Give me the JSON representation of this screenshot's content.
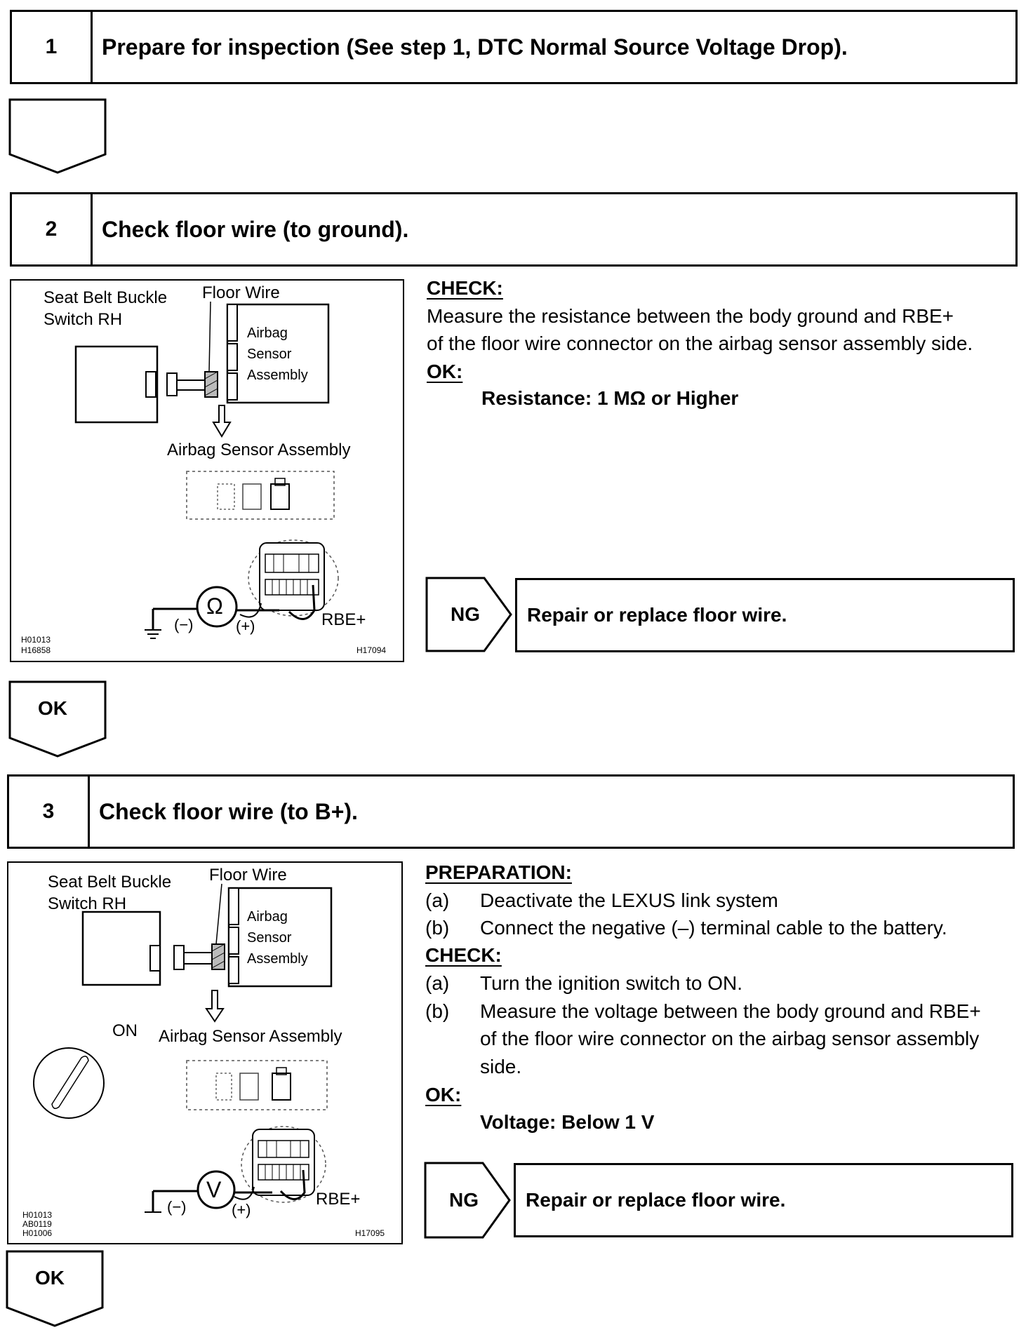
{
  "steps": [
    {
      "number": "1",
      "title": "Prepare for inspection (See step 1, DTC Normal Source Voltage Drop)."
    },
    {
      "number": "2",
      "title": "Check floor wire (to ground)."
    },
    {
      "number": "3",
      "title": "Check floor wire (to B+)."
    }
  ],
  "fig1": {
    "seat_belt_l1": "Seat Belt Buckle",
    "seat_belt_l2": "Switch RH",
    "floor_wire": "Floor Wire",
    "airbag_l1": "Airbag",
    "airbag_l2": "Sensor",
    "airbag_l3": "Assembly",
    "assembly_title": "Airbag Sensor Assembly",
    "minus": "(−)",
    "plus": "(+)",
    "meter_symbol": "Ω",
    "terminal": "RBE+",
    "code_left_1": "H01013",
    "code_left_2": "H16858",
    "code_right": "H17094"
  },
  "step2": {
    "check_heading": "CHECK:",
    "check_line1": "Measure the resistance between the body ground and RBE+",
    "check_line2": "of the floor wire connector on the airbag sensor assembly side.",
    "ok_heading": "OK:",
    "ok_value": "Resistance: 1 MΩ or Higher",
    "ng_label": "NG",
    "ng_action": "Repair or replace floor wire."
  },
  "arrow_ok": "OK",
  "fig2": {
    "seat_belt_l1": "Seat Belt Buckle",
    "seat_belt_l2": "Switch RH",
    "floor_wire": "Floor Wire",
    "airbag_l1": "Airbag",
    "airbag_l2": "Sensor",
    "airbag_l3": "Assembly",
    "on_label": "ON",
    "assembly_title": "Airbag Sensor Assembly",
    "minus": "(−)",
    "plus": "(+)",
    "meter_symbol": "V",
    "terminal": "RBE+",
    "code_left_1": "H01013",
    "code_left_2": "AB0119",
    "code_left_3": "H01006",
    "code_right": "H17095"
  },
  "step3": {
    "prep_heading": "PREPARATION:",
    "prep_a_label": "(a)",
    "prep_a_text": "Deactivate the LEXUS link system",
    "prep_b_label": "(b)",
    "prep_b_text": "Connect the negative (–) terminal cable to the battery.",
    "check_heading": "CHECK:",
    "check_a_label": "(a)",
    "check_a_text": "Turn the ignition switch to ON.",
    "check_b_label": "(b)",
    "check_b_line1": "Measure the voltage between the body ground and RBE+",
    "check_b_line2": "of the floor wire connector on the airbag sensor assembly",
    "check_b_line3": "side.",
    "ok_heading": "OK:",
    "ok_value": "Voltage: Below 1 V",
    "ng_label": "NG",
    "ng_action": "Repair or replace floor wire."
  }
}
